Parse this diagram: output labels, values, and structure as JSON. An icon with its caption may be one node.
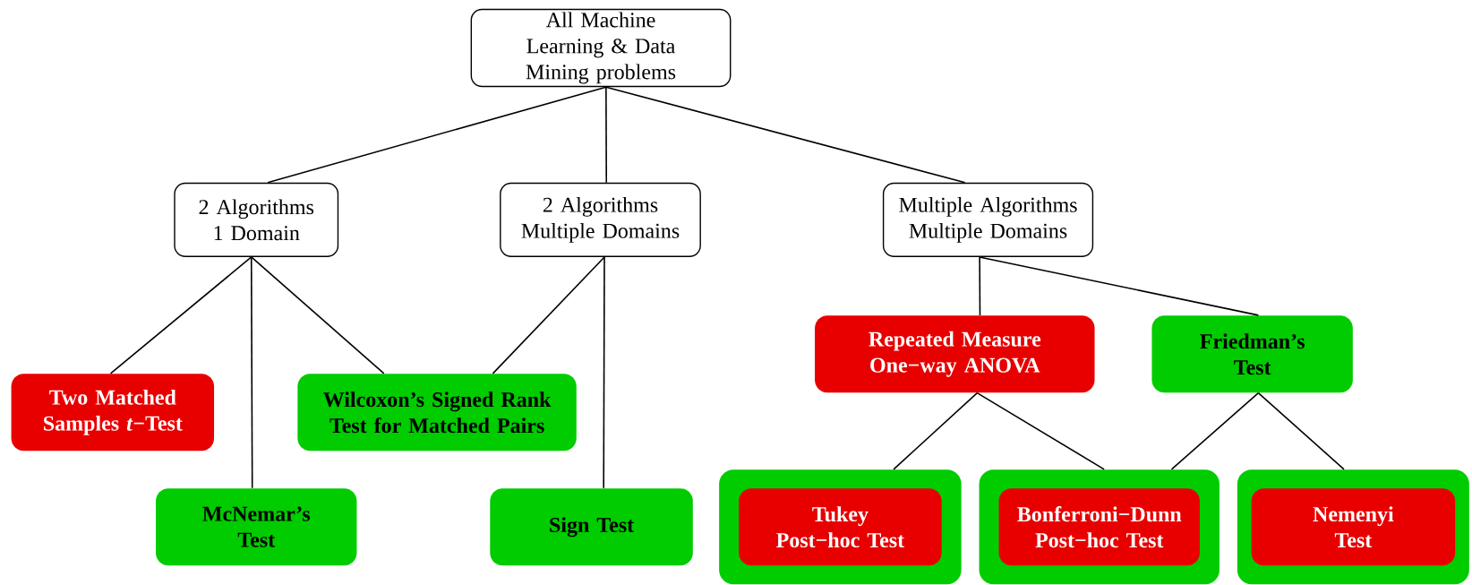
{
  "diagram": {
    "nodes": [
      {
        "text": [
          "All Machine Learning & Data Mining problems"
        ]
      },
      {
        "text": [
          "2 Algorithms 1 Domain"
        ]
      },
      {
        "text": [
          "2 Algorithms Multiple Domains"
        ]
      },
      {
        "text": [
          "Multiple Algorithms Multiple Domains"
        ]
      },
      {
        "text": [
          "Two Matched Samples *t*−Test"
        ]
      },
      {
        "text": [
          "Wilcoxon’s Signed Rank Test for Matched Pairs"
        ]
      },
      {
        "text": [
          "McNemar’s Test"
        ]
      },
      {
        "text": [
          "Sign Test"
        ]
      },
      {
        "text": [
          "Repeated Measure One−way ANOVA"
        ]
      },
      {
        "text": [
          "Friedman’s Test"
        ]
      },
      {
        "text": [],
        "shape": "box"
      },
      {
        "text": [
          "Tukey Post−hoc Test"
        ],
        "in": 10
      },
      {
        "text": [],
        "shape": "box"
      },
      {
        "text": [
          "Bonferroni−Dunn Post−hoc Test"
        ],
        "in": 12
      },
      {
        "text": [],
        "shape": "box"
      },
      {
        "text": [
          "Nemenyi Test"
        ],
        "in": 14
      }
    ],
    "edges": [
      {
        "from": 0,
        "to": 1,
        "arrow": "none"
      },
      {
        "from": 0,
        "to": 2,
        "arrow": "none"
      },
      {
        "from": 0,
        "to": 3,
        "arrow": "none"
      },
      {
        "from": 1,
        "to": 4,
        "arrow": "none"
      },
      {
        "from": 1,
        "to": 6,
        "arrow": "none"
      },
      {
        "from": 1,
        "to": 5,
        "arrow": "none"
      },
      {
        "from": 2,
        "to": 5,
        "arrow": "none"
      },
      {
        "from": 2,
        "to": 7,
        "arrow": "none"
      },
      {
        "from": 3,
        "to": 8,
        "arrow": "none"
      },
      {
        "from": 3,
        "to": 9,
        "arrow": "none"
      },
      {
        "from": 8,
        "to": 10,
        "arrow": "none"
      },
      {
        "from": 8,
        "to": 12,
        "arrow": "none"
      },
      {
        "from": 9,
        "to": 12,
        "arrow": "none"
      },
      {
        "from": 9,
        "to": 14,
        "arrow": "none"
      }
    ]
  }
}
